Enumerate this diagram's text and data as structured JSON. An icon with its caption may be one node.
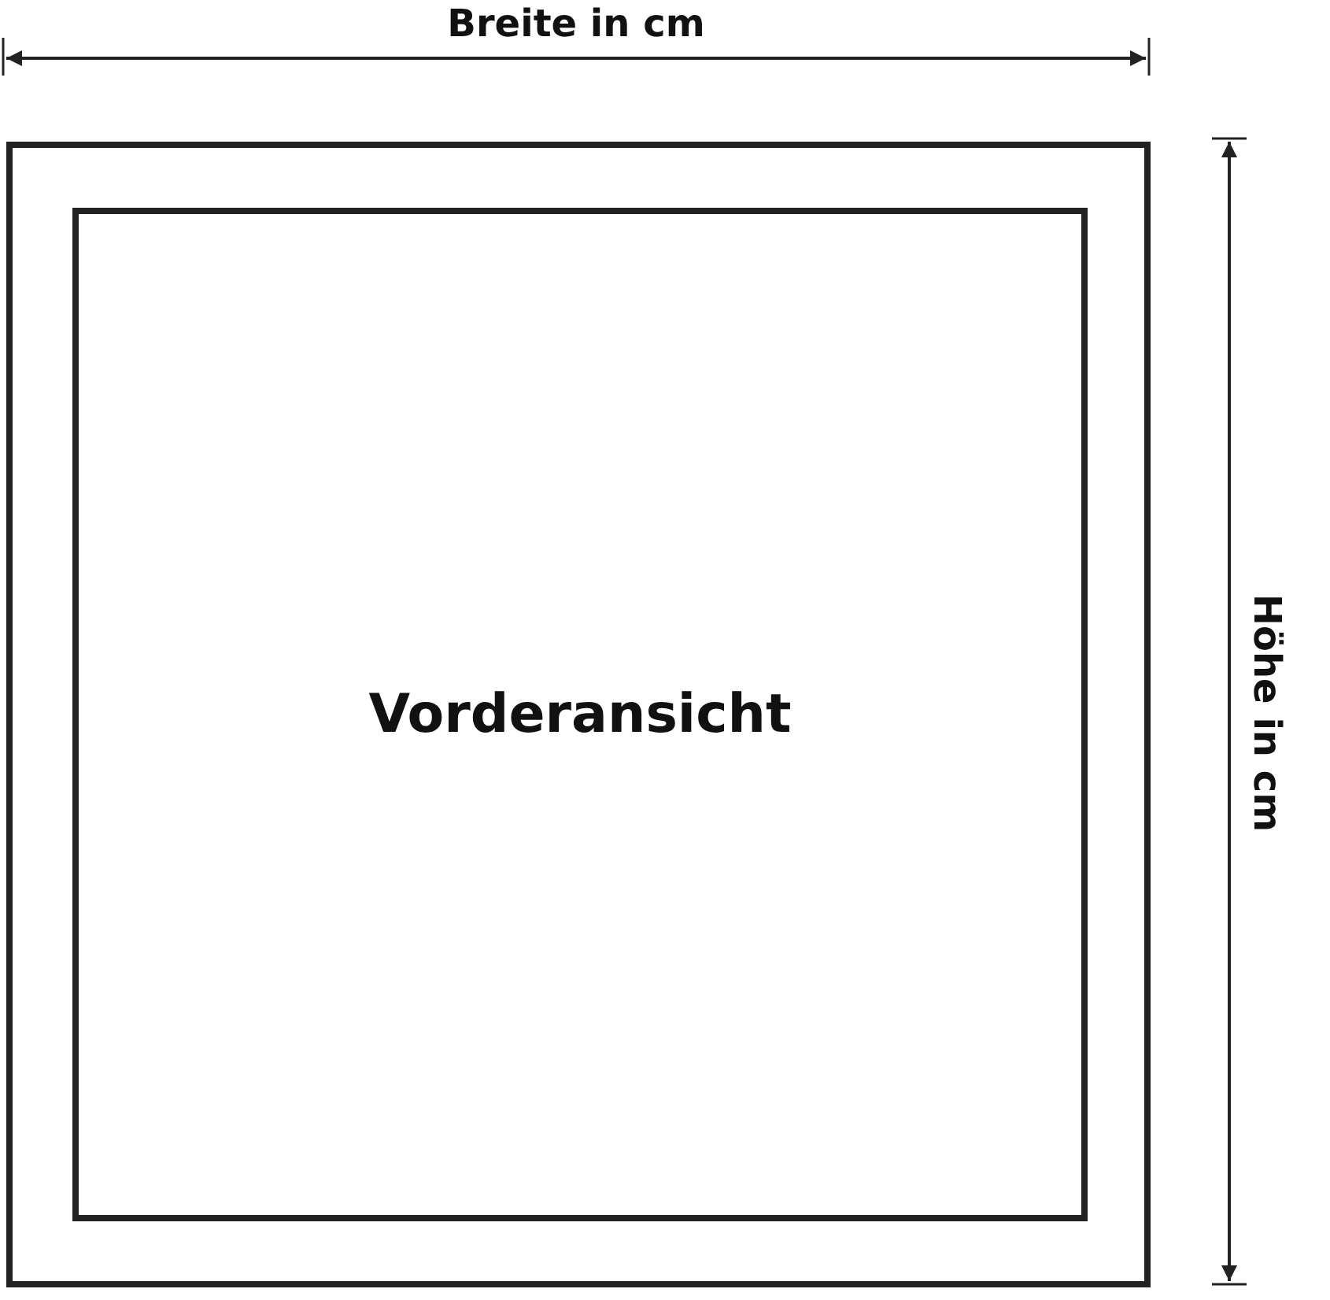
{
  "diagram": {
    "nodes": [
      {
        "text": [],
        "shape": "box"
      },
      {
        "text": [
          "Vorderansicht"
        ],
        "in": 0
      }
    ],
    "labels": [
      "Breite in cm",
      "Höhe in cm"
    ]
  }
}
